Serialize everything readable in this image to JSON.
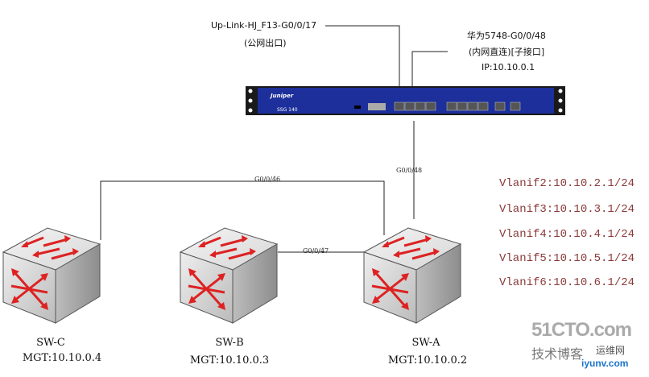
{
  "firewall": {
    "brand": "Juniper",
    "model": "SSG 140"
  },
  "uplink": {
    "line1": "Up-Link-HJ_F13-G0/0/17",
    "line2": "(公网出口)"
  },
  "huawei": {
    "line1": "华为5748-G0/0/48",
    "line2": "(内网直连)[子接口]",
    "line3": "IP:10.10.0.1"
  },
  "links": {
    "fw_to_a": "G0/0/48",
    "c_to_a": "G0/0/46",
    "b_to_a": "G0/0/47"
  },
  "switches": [
    {
      "name": "SW-C",
      "mgt": "MGT:10.10.0.4"
    },
    {
      "name": "SW-B",
      "mgt": "MGT:10.10.0.3"
    },
    {
      "name": "SW-A",
      "mgt": "MGT:10.10.0.2"
    }
  ],
  "vlanifs": [
    "Vlanif2:10.10.2.1/24",
    "Vlanif3:10.10.3.1/24",
    "Vlanif4:10.10.4.1/24",
    "Vlanif5:10.10.5.1/24",
    "Vlanif6:10.10.6.1/24"
  ],
  "watermark": {
    "line1": "51CTO.com",
    "line2": "技术博客",
    "line3": "运维网",
    "line4": "iyunv.com"
  }
}
